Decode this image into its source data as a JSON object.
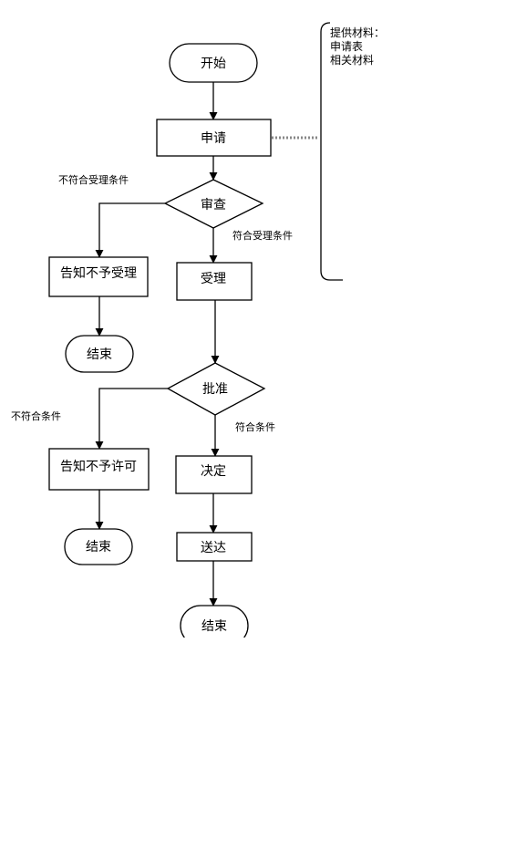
{
  "nodes": {
    "start": "开始",
    "apply": "申请",
    "review": "审查",
    "notify_reject_accept": "告知不予受理",
    "end_1": "结束",
    "accept": "受理",
    "approve": "批准",
    "notify_reject_permit": "告知不予许可",
    "end_2": "结束",
    "decide": "决定",
    "deliver": "送达",
    "end_3": "结束"
  },
  "edges": {
    "not_meet_accept": "不符合受理条件",
    "meet_accept": "符合受理条件",
    "not_meet": "不符合条件",
    "meet": "符合条件"
  },
  "note": {
    "line1": "提供材料：",
    "line2": "申请表",
    "line3": "相关材料"
  }
}
